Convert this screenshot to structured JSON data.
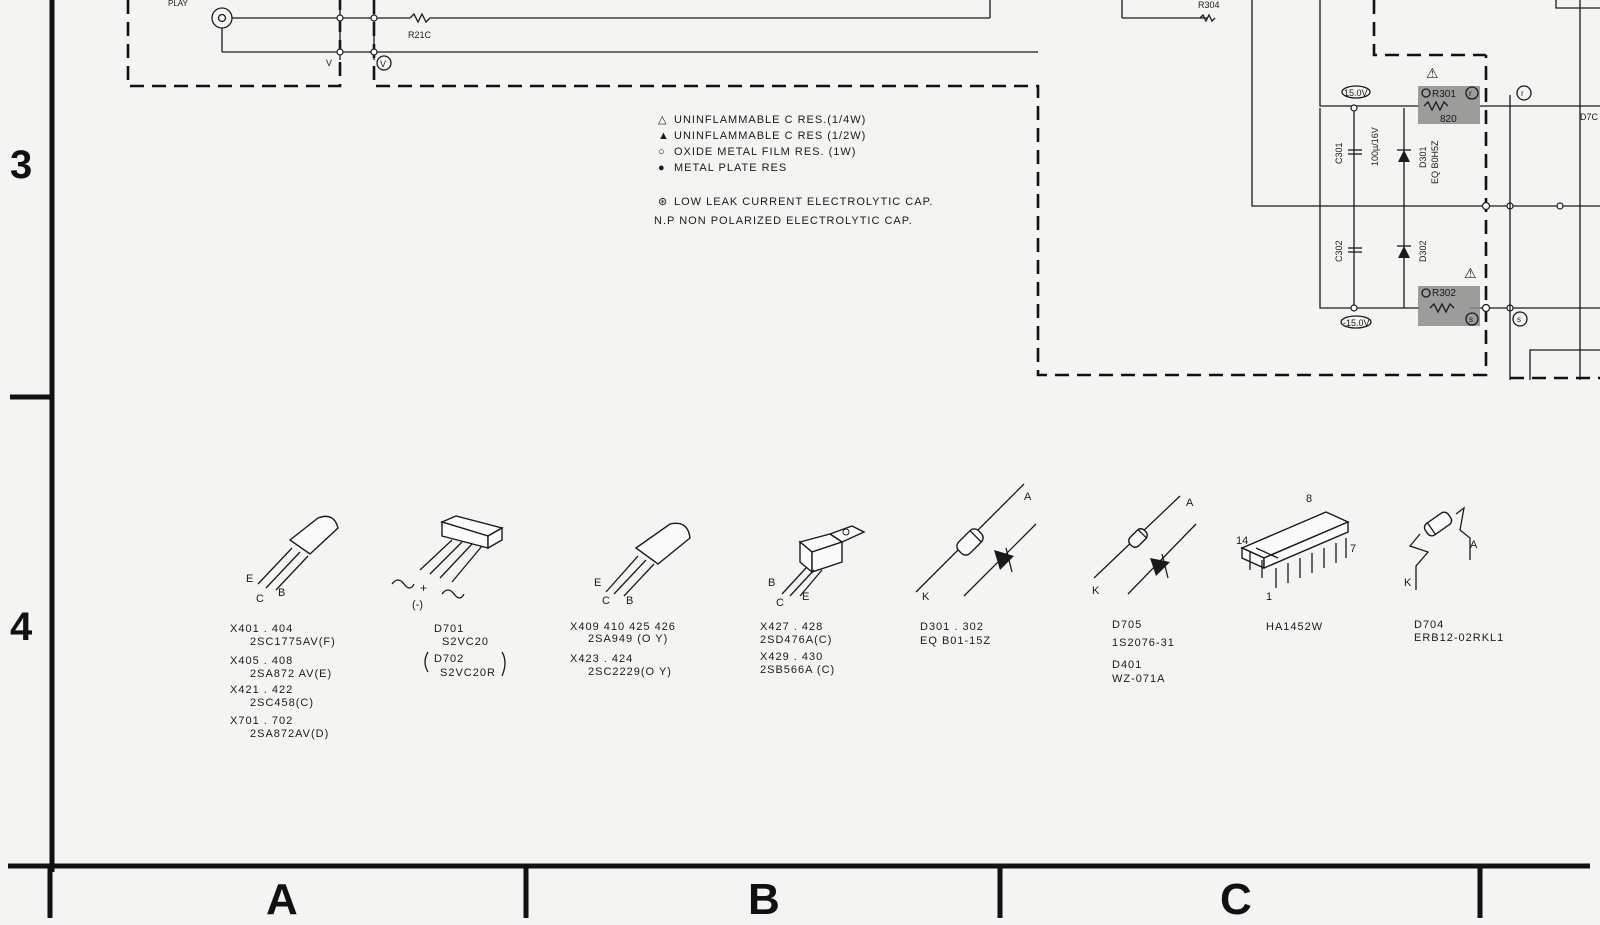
{
  "rows": [
    "3",
    "4"
  ],
  "columns": [
    "A",
    "B",
    "C"
  ],
  "schematic_labels": {
    "play": "PLAY",
    "r210": "R21C",
    "node_v_left": "V",
    "node_v_right": "V",
    "r304": "R304",
    "v_top": "15.0V",
    "v_bottom": "-15.0V",
    "r301": "R301",
    "r301_value": "820",
    "r302": "R302",
    "node_r1": "r",
    "node_r2": "r",
    "node_s1": "s",
    "node_s2": "s",
    "c301": "C301",
    "c301_value": "100µ/16V",
    "c302": "C302",
    "d301": "D301",
    "d301_part": "EQ B0H5Z",
    "d302": "D302",
    "partial_label": "D7C",
    "warning_symbol": "⚠"
  },
  "legend": {
    "items": [
      {
        "symbol": "△",
        "text": "UNINFLAMMABLE  C  RES.(1/4W)"
      },
      {
        "symbol": "▲",
        "text": "UNINFLAMMABLE  C  RES (1/2W)"
      },
      {
        "symbol": "○",
        "text": "OXIDE METAL FILM RES. (1W)"
      },
      {
        "symbol": "●",
        "text": "METAL PLATE RES"
      }
    ],
    "note1_symbol": "⊛",
    "note1": "LOW LEAK CURRENT ELECTROLYTIC CAP.",
    "note2": "N.P NON POLARIZED ELECTROLYTIC CAP."
  },
  "components": [
    {
      "pins": [
        "E",
        "C",
        "B"
      ],
      "lines": [
        "X401 . 404",
        "2SC1775AV(F)",
        "X405 . 408",
        "2SA872 AV(E)",
        "X421 . 422",
        "2SC458(C)",
        "X701 . 702",
        "2SA872AV(D)"
      ]
    },
    {
      "pins": [
        "+",
        "(-)"
      ],
      "lines": [
        "D701",
        "S2VC20",
        "D702",
        "S2VC20R"
      ]
    },
    {
      "pins": [
        "E",
        "C",
        "B"
      ],
      "lines": [
        "X409 410 425 426",
        "2SA949 (O Y)",
        "X423 . 424",
        "2SC2229(O Y)"
      ]
    },
    {
      "pins": [
        "B",
        "C",
        "E"
      ],
      "lines": [
        "X427 . 428",
        "2SD476A(C)",
        "X429 . 430",
        "2SB566A (C)"
      ]
    },
    {
      "pins": [
        "A",
        "K"
      ],
      "lines": [
        "D301 . 302",
        "EQ B01-15Z"
      ]
    },
    {
      "pins": [
        "A",
        "K"
      ],
      "lines": [
        "D705",
        "1S2076-31",
        "D401",
        "WZ-071A"
      ]
    },
    {
      "pins": [
        "8",
        "14",
        "7",
        "1"
      ],
      "lines": [
        "HA1452W"
      ]
    },
    {
      "pins": [
        "A",
        "K"
      ],
      "lines": [
        "D704",
        "ERB12-02RKL1"
      ]
    }
  ]
}
